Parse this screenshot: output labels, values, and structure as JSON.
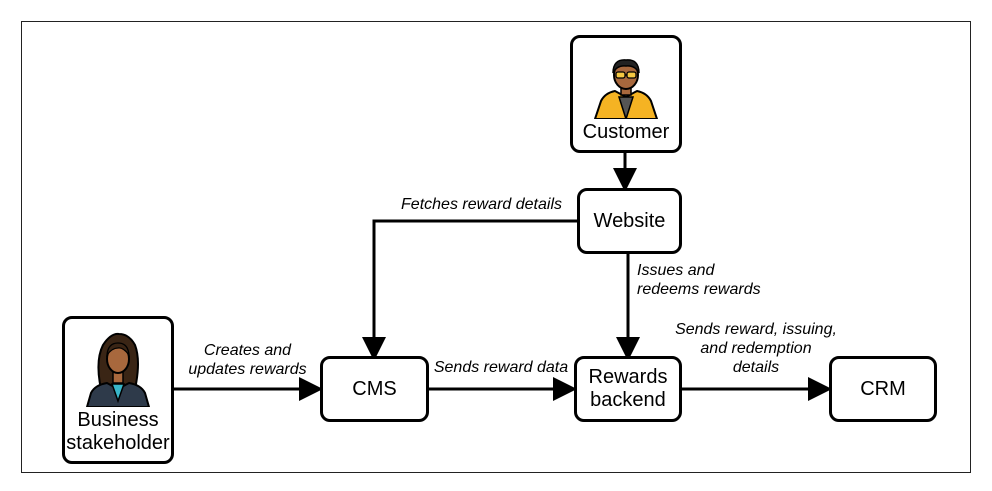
{
  "nodes": {
    "customer": "Customer",
    "website": "Website",
    "cms": "CMS",
    "rewards_backend": "Rewards\nbackend",
    "crm": "CRM",
    "business_stakeholder": "Business\nstakeholder"
  },
  "edges": {
    "fetches": "Fetches reward details",
    "issues": "Issues and\nredeems rewards",
    "creates": "Creates and\nupdates rewards",
    "sends_data": "Sends reward data",
    "sends_details": "Sends reward, issuing,\nand redemption\ndetails"
  },
  "icons": {
    "customer": "customer-avatar-icon",
    "stakeholder": "business-stakeholder-avatar-icon"
  },
  "colors": {
    "customer_jacket": "#f5b323",
    "skin": "#a8683d",
    "stakeholder_jacket": "#2e3a4a",
    "stakeholder_shirt": "#39b6c9"
  }
}
